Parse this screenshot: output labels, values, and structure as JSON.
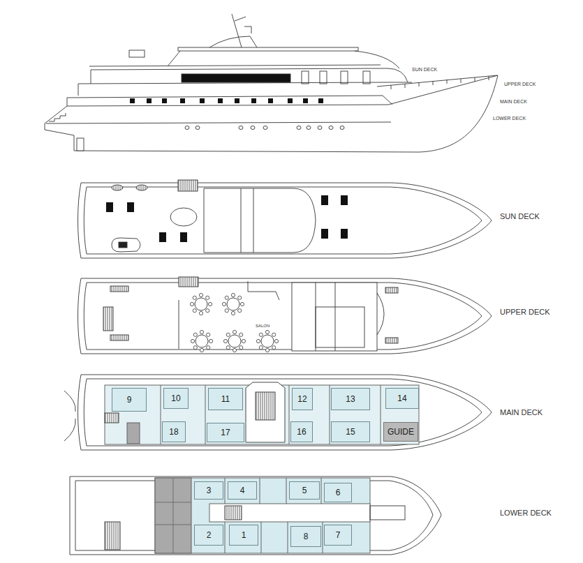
{
  "diagram": {
    "nodes": [
      {
        "text": [
          "9"
        ]
      },
      {
        "text": [
          "10"
        ]
      },
      {
        "text": [
          "11"
        ]
      },
      {
        "text": [
          "12"
        ]
      },
      {
        "text": [
          "13"
        ]
      },
      {
        "text": [
          "14"
        ]
      },
      {
        "text": [
          "18"
        ]
      },
      {
        "text": [
          "17"
        ]
      },
      {
        "text": [
          "16"
        ]
      },
      {
        "text": [
          "15"
        ]
      },
      {
        "text": [
          "GUIDE"
        ]
      },
      {
        "text": [
          "3"
        ]
      },
      {
        "text": [
          "4"
        ]
      },
      {
        "text": [
          "5"
        ]
      },
      {
        "text": [
          "6"
        ]
      },
      {
        "text": [
          "2"
        ]
      },
      {
        "text": [
          "1"
        ]
      },
      {
        "text": [
          "8"
        ]
      },
      {
        "text": [
          "7"
        ]
      }
    ],
    "labels": [
      "SUN DECK",
      "UPPER DECK",
      "MAIN DECK",
      "LOWER DECK",
      "SUN DECK",
      "UPPER DECK",
      "SALON",
      "MAIN DECK",
      "LOWER DECK"
    ]
  }
}
